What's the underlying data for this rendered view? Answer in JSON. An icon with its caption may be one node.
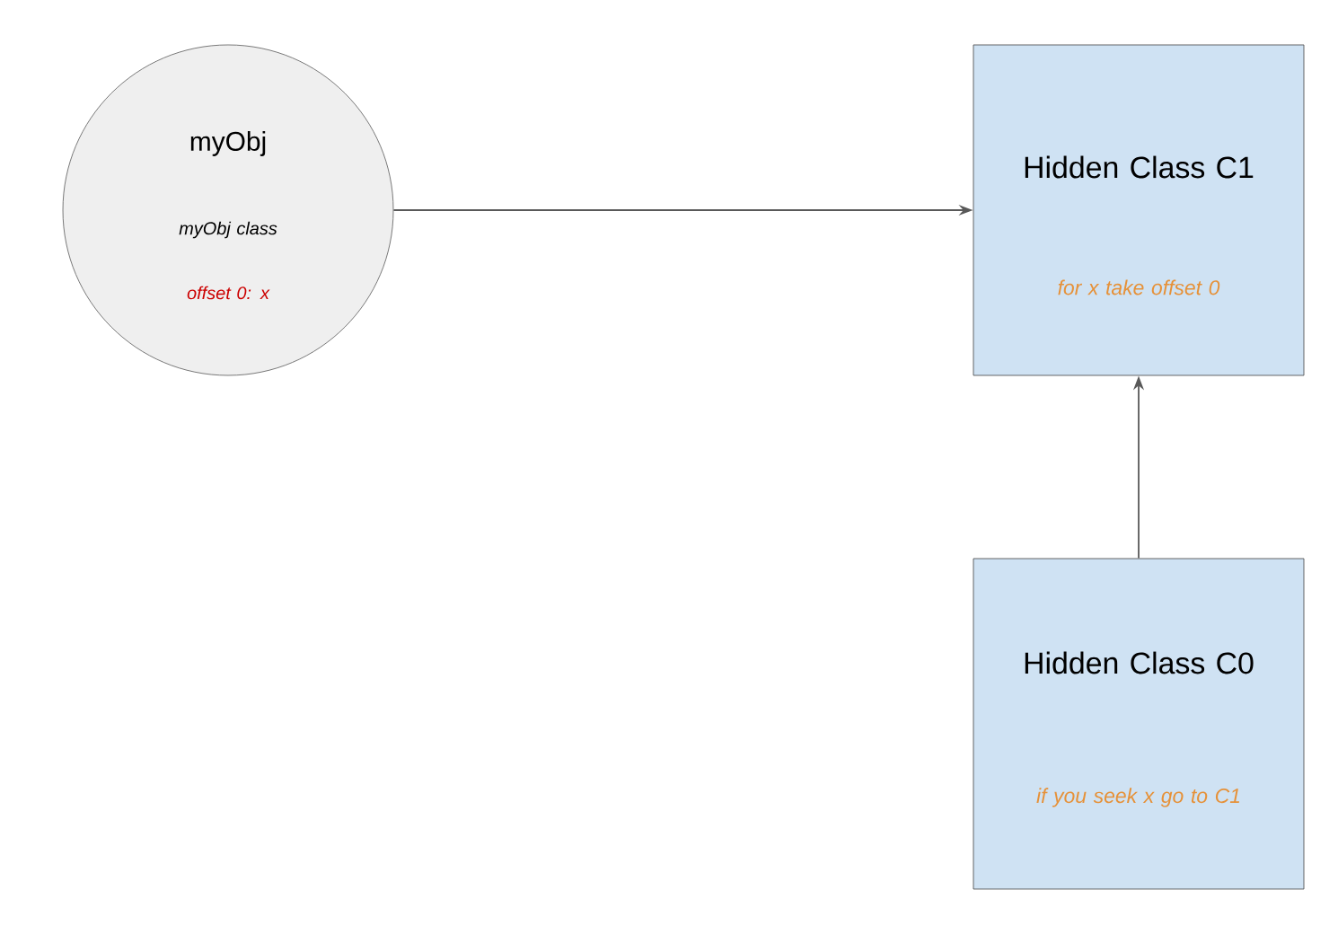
{
  "diagram": {
    "nodes": [
      {
        "text": [
          "myObj",
          "myObj class",
          "offset 0: x"
        ]
      },
      {
        "text": [
          "Hidden Class C1",
          "for x take offset 0"
        ]
      },
      {
        "text": [
          "Hidden Class C0",
          "if you seek x go to C1"
        ]
      }
    ],
    "edges": [
      {
        "from": 0,
        "to": 1,
        "arrow": "to"
      },
      {
        "from": 2,
        "to": 1,
        "arrow": "to"
      }
    ]
  }
}
